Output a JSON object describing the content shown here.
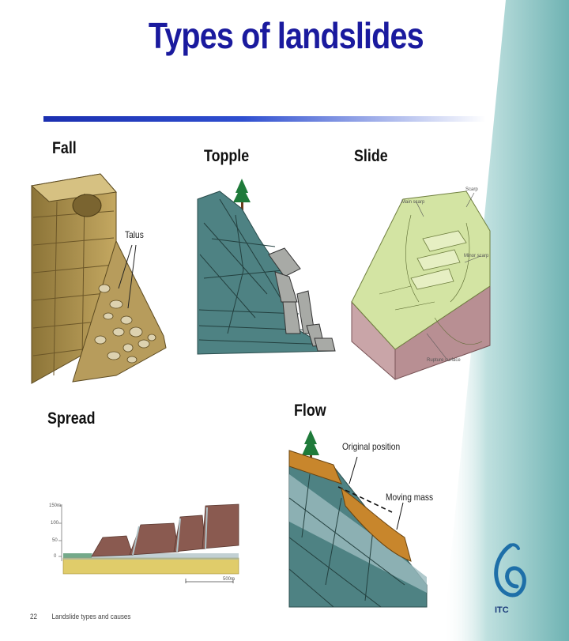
{
  "slide": {
    "title": "Types of landslides",
    "footer": {
      "page_number": "22",
      "caption": "Landslide types and causes"
    },
    "logo": {
      "text": "ITC",
      "color": "#1e6fa8"
    }
  },
  "panels": {
    "fall": {
      "label": "Fall",
      "annotation": "Talus"
    },
    "topple": {
      "label": "Topple"
    },
    "slide": {
      "label": "Slide",
      "annotations": [
        "Scarp",
        "Main scarp",
        "Minor scarp",
        "Rupture surface"
      ]
    },
    "spread": {
      "label": "Spread",
      "axis_labels": [
        "150m",
        "100",
        "50",
        "0"
      ],
      "scale_label": "500m"
    },
    "flow": {
      "label": "Flow",
      "annotations": {
        "original_position": "Original position",
        "moving_mass": "Moving mass"
      }
    }
  },
  "colors": {
    "title": "#1a1a9e",
    "rule": "#1b2fb0",
    "beam": "#7fbfbf",
    "rock_sand": "#b59a55",
    "rock_slate": "#4f7f80",
    "slide_green": "#d3e4a3",
    "slide_pink": "#c9a5a8",
    "spread_brown": "#8a5a50",
    "flow_orange": "#c8862c"
  }
}
